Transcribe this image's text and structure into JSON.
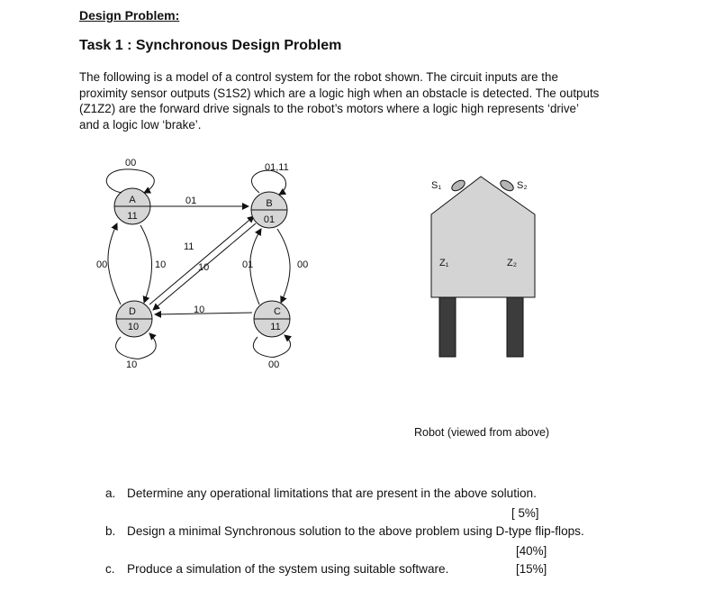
{
  "section_heading": "Design Problem:",
  "task_title": "Task 1 : Synchronous Design Problem",
  "intro_lines": [
    "The following is a model of a control system for the robot shown. The circuit inputs are the",
    "proximity sensor outputs (S1S2) which are a logic high when an obstacle is detected. The outputs",
    "(Z1Z2) are the forward drive signals to the robot’s motors where a logic high represents ‘drive’",
    "and a logic low ‘brake’."
  ],
  "state_diagram": {
    "states": [
      {
        "name": "A",
        "output": "11"
      },
      {
        "name": "B",
        "output": "01"
      },
      {
        "name": "C",
        "output": "11"
      },
      {
        "name": "D",
        "output": "10"
      }
    ],
    "transition_labels": {
      "A_self": "00",
      "B_self": "01,11",
      "C_self": "00",
      "D_self": "10",
      "A_to_B": "01",
      "D_to_B": "11",
      "B_to_D": "10",
      "C_to_D": "10",
      "D_to_A": "00",
      "A_to_D": "10",
      "C_to_B": "01",
      "B_to_C": "00"
    }
  },
  "robot": {
    "sensor_1": "S₁",
    "sensor_2": "S₂",
    "motor_1": "Z₁",
    "motor_2": "Z₂",
    "caption": "Robot (viewed from above)"
  },
  "questions": [
    {
      "letter": "a.",
      "text": "Determine any operational limitations that are present in the above solution.",
      "marks": "[ 5%]"
    },
    {
      "letter": "b.",
      "text": "Design a minimal Synchronous solution to the above problem using D-type flip-flops.",
      "marks": "[40%]"
    },
    {
      "letter": "c.",
      "text": "Produce a simulation of the system using suitable software.",
      "marks": "[15%]"
    }
  ],
  "colors": {
    "state_fill": "#d6d6d6",
    "robot_fill": "#d4d4d4",
    "wheel_fill": "#3c3c3c"
  }
}
